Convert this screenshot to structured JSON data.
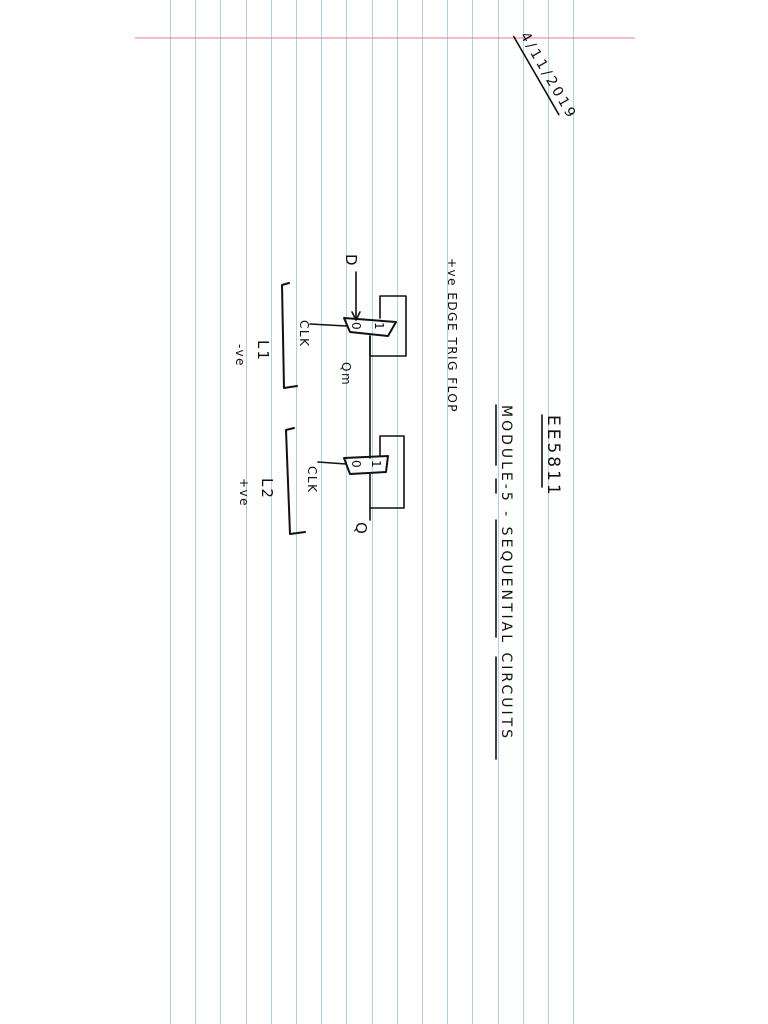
{
  "note": {
    "date": "4/11/2019",
    "course_code": "EE5811",
    "module_title": "MODULE-5 - SEQUENTIAL CIRCUITS",
    "topic": "+ve EDGE TRIG FLOP"
  },
  "circuit": {
    "input_label": "D",
    "intermediate_label": "Qm",
    "output_label": "Q",
    "latch1": {
      "mux_input_top": "0",
      "mux_input_bottom": "1",
      "clock_label": "CLK",
      "latch_name": "L1",
      "polarity": "-ve"
    },
    "latch2": {
      "mux_input_top": "0",
      "mux_input_bottom": "1",
      "clock_label": "CLK",
      "latch_name": "L2",
      "polarity": "+ve"
    }
  }
}
